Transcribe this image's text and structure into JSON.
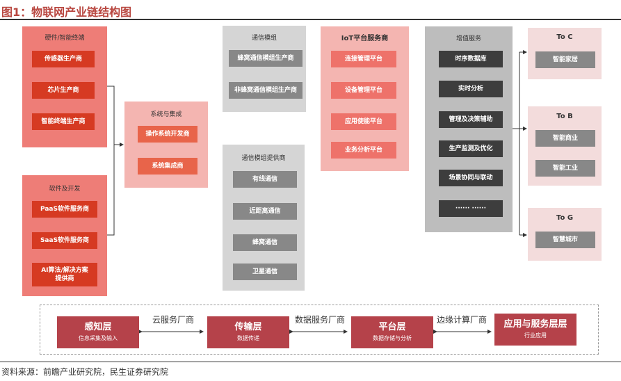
{
  "title": "图1：物联网产业链结构图",
  "source": "资料来源：前瞻产业研究院，民生证券研究院",
  "colors": {
    "title": "#b8463f",
    "accent_red": "#d63a22",
    "layer": "#b5424a"
  },
  "hardware": {
    "title": "硬件/智能终端",
    "items": [
      "传感器生产商",
      "芯片生产商",
      "智能终端生产商"
    ]
  },
  "software": {
    "title": "软件及开发",
    "items": [
      "PaaS软件服务商",
      "SaaS软件服务商",
      "AI算法/解决方案提供商"
    ]
  },
  "system": {
    "title": "系统与集成",
    "items": [
      "操作系统开发商",
      "系统集成商"
    ]
  },
  "comm_module": {
    "title": "通信模组",
    "items": [
      "蜂窝通信模组生产商",
      "非蜂窝通信模组生产商"
    ]
  },
  "comm_provider": {
    "title": "通信模组提供商",
    "items": [
      "有线通信",
      "近距离通信",
      "蜂窝通信",
      "卫星通信"
    ]
  },
  "iot_platform": {
    "title": "IoT平台服务商",
    "items": [
      "连接管理平台",
      "设备管理平台",
      "应用使能平台",
      "业务分析平台"
    ]
  },
  "value_added": {
    "title": "增值服务",
    "items": [
      "时序数据库",
      "实时分析",
      "管理及决策辅助",
      "生产监测及优化",
      "场景协同与联动",
      "······ ······"
    ]
  },
  "to_c": {
    "title": "To C",
    "items": [
      "智能家居"
    ]
  },
  "to_b": {
    "title": "To B",
    "items": [
      "智能商业",
      "智能工业"
    ]
  },
  "to_g": {
    "title": "To G",
    "items": [
      "智慧城市"
    ]
  },
  "layers": [
    {
      "name": "感知层",
      "sub": "信息采集及输入"
    },
    {
      "name": "传输层",
      "sub": "数据传递"
    },
    {
      "name": "平台层",
      "sub": "数据存储与分析"
    },
    {
      "name": "应用与服务层层",
      "sub": "行业应用"
    }
  ],
  "connectors": [
    "云服务厂商",
    "数据服务厂商",
    "边缘计算厂商"
  ]
}
